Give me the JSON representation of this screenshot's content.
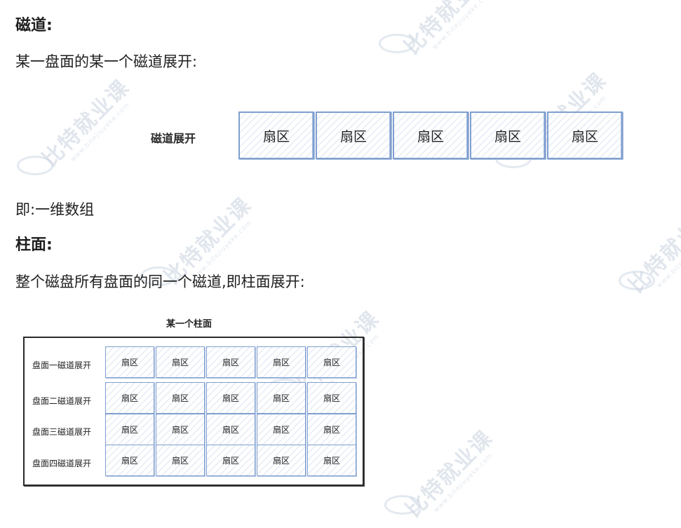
{
  "heading_track": "磁道:",
  "text_track": "某一盘面的某一个磁道展开:",
  "diagram1": {
    "label": "磁道展开",
    "cells": [
      "扇区",
      "扇区",
      "扇区",
      "扇区",
      "扇区"
    ]
  },
  "text_1d": "即:一维数组",
  "heading_cylinder": "柱面:",
  "text_cylinder": "整个磁盘所有盘面的同一个磁道,即柱面展开:",
  "diagram2": {
    "title": "某一个柱面",
    "rows": [
      {
        "label": "盘面一磁道展开",
        "cells": [
          "扇区",
          "扇区",
          "扇区",
          "扇区",
          "扇区"
        ]
      },
      {
        "label": "盘面二磁道展开",
        "cells": [
          "扇区",
          "扇区",
          "扇区",
          "扇区",
          "扇区"
        ]
      },
      {
        "label": "盘面三磁道展开",
        "cells": [
          "扇区",
          "扇区",
          "扇区",
          "扇区",
          "扇区"
        ]
      },
      {
        "label": "盘面四磁道展开",
        "cells": [
          "扇区",
          "扇区",
          "扇区",
          "扇区",
          "扇区"
        ]
      }
    ]
  },
  "watermark": {
    "text": "比特就业课",
    "url": "www.bitejiuyeke.com"
  }
}
